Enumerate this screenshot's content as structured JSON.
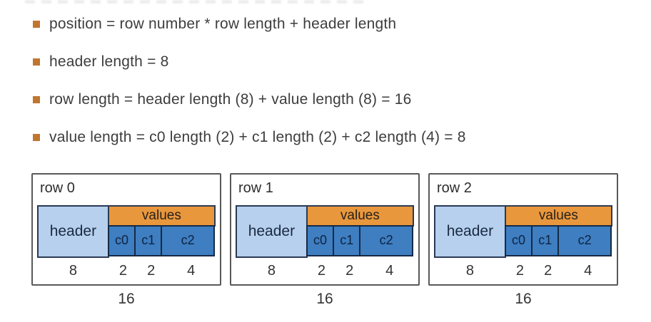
{
  "bullets": [
    "position = row number * row length + header length",
    "header length = 8",
    "row length = header length (8) + value length (8) = 16",
    "value length = c0 length (2) + c1 length (2) + c2 length (4) = 8"
  ],
  "diagram": {
    "boxes": [
      {
        "label": "row 0",
        "header_label": "header",
        "values_label": "values",
        "cells": [
          {
            "label": "c0",
            "size": "2"
          },
          {
            "label": "c1",
            "size": "2"
          },
          {
            "label": "c2",
            "size": "4"
          }
        ],
        "header_size": "8",
        "total": "16"
      },
      {
        "label": "row 1",
        "header_label": "header",
        "values_label": "values",
        "cells": [
          {
            "label": "c0",
            "size": "2"
          },
          {
            "label": "c1",
            "size": "2"
          },
          {
            "label": "c2",
            "size": "4"
          }
        ],
        "header_size": "8",
        "total": "16"
      },
      {
        "label": "row 2",
        "header_label": "header",
        "values_label": "values",
        "cells": [
          {
            "label": "c0",
            "size": "2"
          },
          {
            "label": "c1",
            "size": "2"
          },
          {
            "label": "c2",
            "size": "4"
          }
        ],
        "header_size": "8",
        "total": "16"
      }
    ]
  },
  "colors": {
    "bullet_square": "#c0762f",
    "header_fill": "#b6d0ee",
    "values_fill": "#e9973d",
    "cell_fill": "#3e7ec1",
    "block_border": "#2a3a55",
    "box_border": "#595959",
    "text": "#3d3d3d"
  }
}
